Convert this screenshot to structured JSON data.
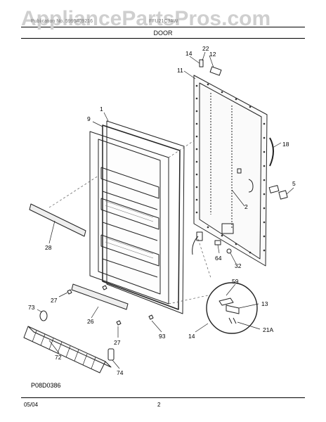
{
  "header": {
    "watermark": "AppliancePartsPros.com",
    "publication_text": "Publication No. 5995409216",
    "model_text": "FFU21C3AW",
    "section_title": "DOOR"
  },
  "diagram": {
    "callouts": [
      "14",
      "22",
      "12",
      "11",
      "1",
      "9",
      "18",
      "5",
      "2",
      "28",
      "64",
      "32",
      "59",
      "13",
      "21A",
      "14",
      "27",
      "73",
      "26",
      "27",
      "93",
      "72",
      "74"
    ]
  },
  "footer": {
    "figure_id": "P08D0386",
    "date": "05/04",
    "page": "2"
  }
}
